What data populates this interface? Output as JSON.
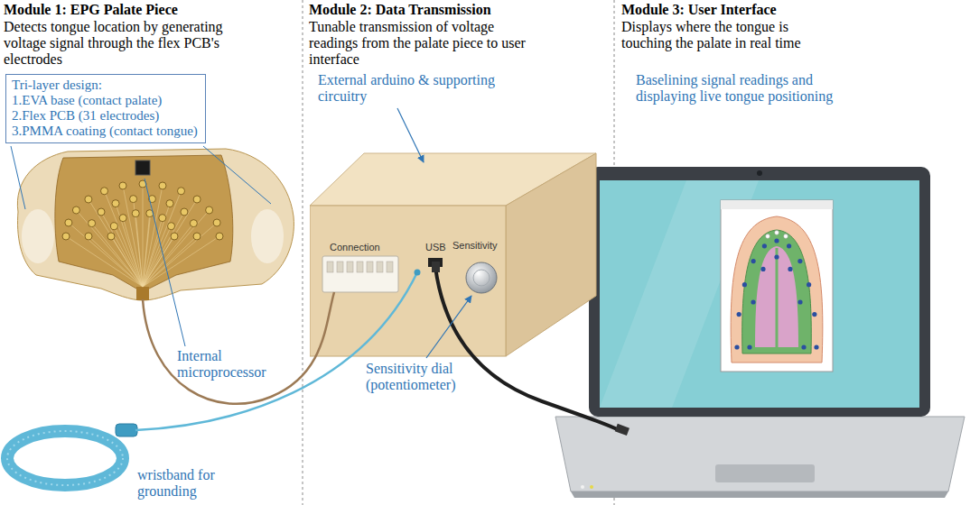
{
  "diagram": {
    "nodes": [
      {
        "text": [
          "Tri-layer design:",
          "1.EVA base (contact palate)",
          "2.Flex PCB (31 electrodes)",
          "3.PMMA coating (contact tongue)"
        ]
      },
      {
        "text": [
          "Connection",
          "USB",
          "Sensitivity"
        ]
      }
    ],
    "labels": [
      "Module 1: EPG Palate Piece",
      "Detects tongue location by generating voltage signal through the flex PCB's electrodes",
      "Module 2: Data Transmission",
      "Tunable transmission of voltage readings from the palate piece to user interface",
      "Module 3: User Interface",
      "Displays where the tongue is touching the palate in real time",
      "External arduino & supporting circuitry",
      "Baselining signal readings and displaying live tongue positioning",
      "Internal microprocessor",
      "Sensitivity dial (potentiometer)",
      "wristband for grounding"
    ]
  }
}
